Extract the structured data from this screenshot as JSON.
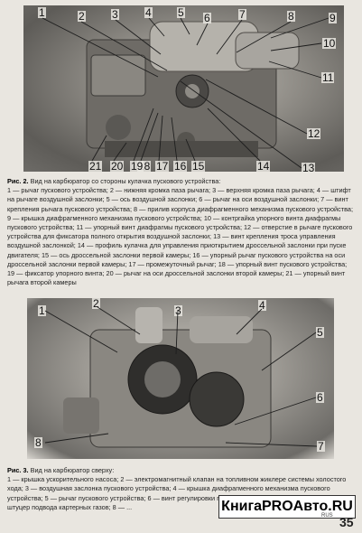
{
  "figure1": {
    "labels": [
      "1",
      "2",
      "3",
      "4",
      "5",
      "6",
      "7",
      "8",
      "9",
      "10",
      "11",
      "12",
      "13",
      "14",
      "15",
      "16",
      "17",
      "18",
      "19",
      "20",
      "21"
    ],
    "caption_title": "Рис. 2.",
    "caption_subtitle": "Вид на карбюратор со стороны кулачка пускового устройства:",
    "caption_text": "1 — рычаг пускового устройства; 2 — нижняя кромка паза рычага; 3 — верхняя кромка паза рычага; 4 — штифт на рычаге воздушной заслонки; 5 — ось воздушной заслонки; 6 — рычаг на оси воздушной заслонки; 7 — винт крепления рычага пускового устройства; 8 — прилив корпуса диафрагменного механизма пускового устройства; 9 — крышка диафрагменного механизма пускового устройства; 10 — контргайка упорного винта диафрагмы пускового устройства; 11 — упорный винт диафрагмы пускового устройства; 12 — отверстие в рычаге пускового устройства для фиксатора полного открытия воздушной заслонки; 13 — винт крепления троса управления воздушной заслонкой; 14 — профиль кулачка для управления приоткрытием дроссельной заслонки при пуске двигателя; 15 — ось дроссельной заслонки первой камеры; 16 — упорный рычаг пускового устройства на оси дроссельной заслонки первой камеры; 17 — промежуточный рычаг; 18 — упорный винт пускового устройства; 19 — фиксатор упорного винта; 20 — рычаг на оси дроссельной заслонки второй камеры; 21 — упорный винт рычага второй камеры"
  },
  "figure2": {
    "labels": [
      "1",
      "2",
      "3",
      "4",
      "5",
      "6",
      "7",
      "8"
    ],
    "caption_title": "Рис. 3.",
    "caption_subtitle": "Вид на карбюратор сверху:",
    "caption_text": "1 — крышка ускорительного насоса; 2 — электромагнитный клапан на топливном жиклере системы холостого хода; 3 — воздушная заслонка пускового устройства; 4 — крышка диафрагменного механизма пускового устройства; 5 — рычаг пускового устройства; 6 — винт регулировки положения воздушной заслонки; 7 — штуцер подвода картерных газов; 8 — ..."
  },
  "watermark": "КнигаPROАвто.RU",
  "watermark_small": "RUS",
  "page_number": "35"
}
